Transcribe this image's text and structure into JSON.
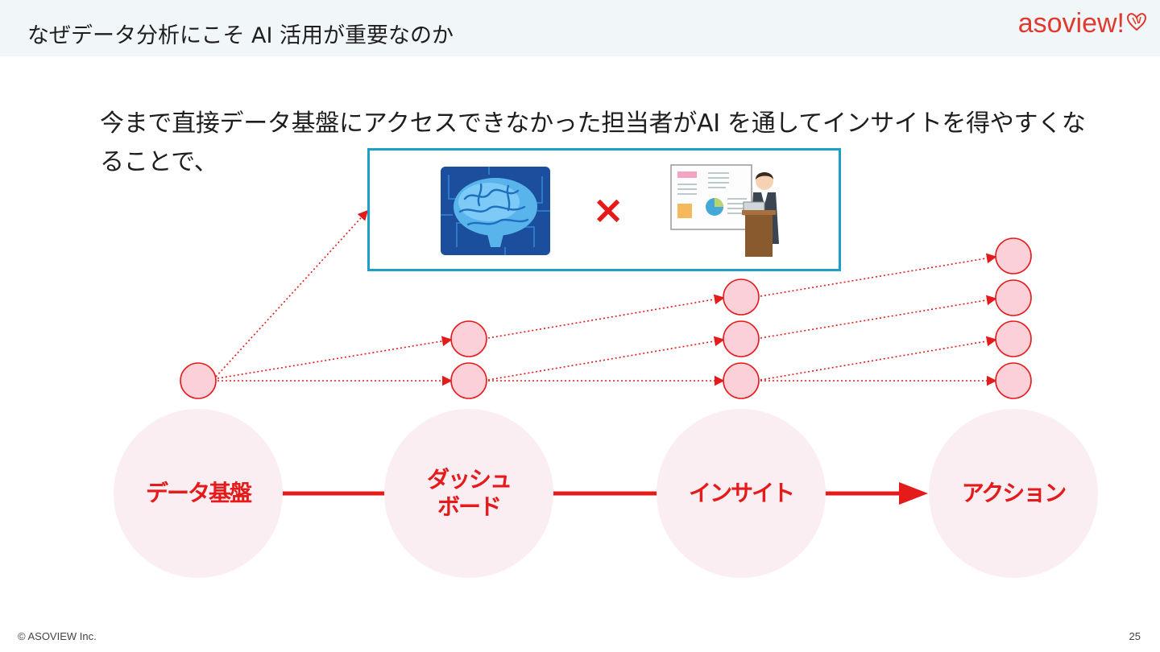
{
  "header": {
    "title": "なぜデータ分析にこそ AI 活用が重要なのか",
    "brand": "asoview!"
  },
  "lead": {
    "text": "今まで直接データ基盤にアクセスできなかった担当者がAI を通してインサイトを得やすくなることで、"
  },
  "popup": {
    "times_symbol": "×"
  },
  "stages": {
    "data_platform": "データ基盤",
    "dashboard": "ダッシュ\nボード",
    "insight": "インサイト",
    "action": "アクション"
  },
  "footer": {
    "copyright": "© ASOVIEW Inc.",
    "page_number": "25"
  },
  "colors": {
    "accent": "#e51a1a",
    "popup_border": "#1e9fc8",
    "stage_fill": "#fbeef2",
    "node_fill": "#fbd0d8"
  }
}
